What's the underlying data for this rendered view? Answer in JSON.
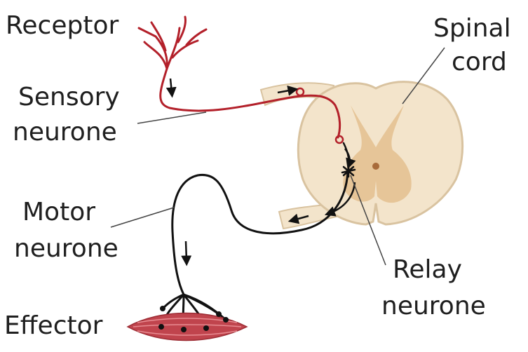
{
  "labels": {
    "receptor": "Receptor",
    "sensory_line1": "Sensory",
    "sensory_line2": "neurone",
    "spinal_line1": "Spinal",
    "spinal_line2": "cord",
    "motor_line1": "Motor",
    "motor_line2": "neurone",
    "relay_line1": "Relay",
    "relay_line2": "neurone",
    "effector": "Effector"
  },
  "colors": {
    "sensory_neurone": "#b3202a",
    "motor_neurone": "#111111",
    "white_matter": "#f3e4cb",
    "grey_matter": "#e6c598",
    "cord_outline": "#d9c3a0",
    "muscle": "#c0444d",
    "muscle_stripe": "#e88c92",
    "leader_line": "#444444"
  }
}
